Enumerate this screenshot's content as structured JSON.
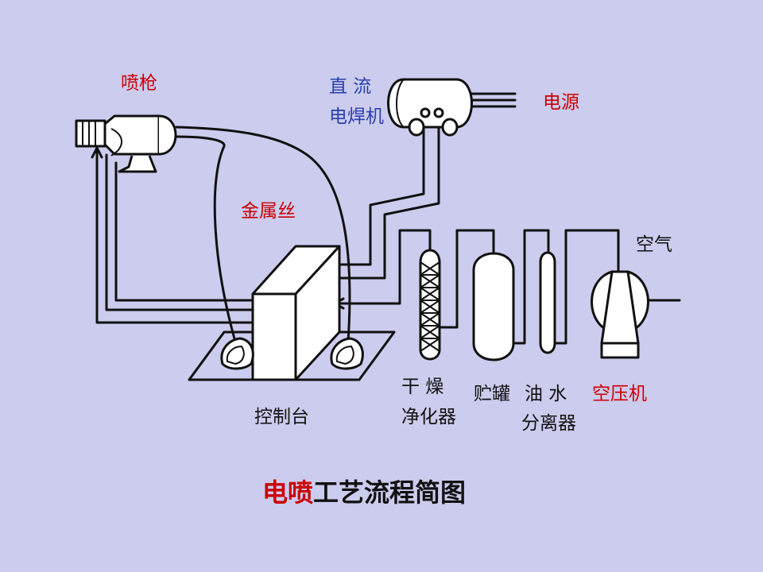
{
  "labels": {
    "spray_gun": "喷枪",
    "dc_welder_line1": "直 流",
    "dc_welder_line2": "电焊机",
    "power": "电源",
    "wire": "金属丝",
    "air": "空气",
    "console": "控制台",
    "dryer_line1": "干 燥",
    "dryer_line2": "净化器",
    "tank": "贮罐",
    "separator_line1": "油 水",
    "separator_line2": "分离器",
    "compressor": "空压机"
  },
  "title": {
    "highlight": "电喷",
    "rest": "工艺流程简图"
  },
  "colors": {
    "background": "#ccccee",
    "red": "#cc0000",
    "blue": "#2b3fb0",
    "line": "#111111",
    "equipment_fill": "#ffffff"
  }
}
